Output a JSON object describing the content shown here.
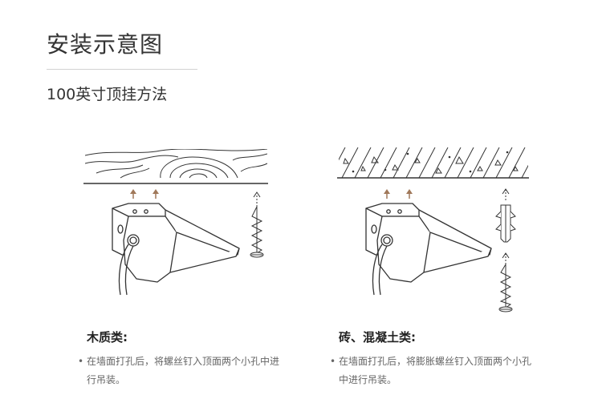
{
  "title": "安装示意图",
  "subtitle": "100英寸顶挂方法",
  "left": {
    "heading": "木质类:",
    "note": "在墙面打孔后，将螺丝钉入顶面两个小孔中进行吊装。"
  },
  "right": {
    "heading": "砖、混凝土类:",
    "note": "在墙面打孔后，将膨胀螺丝钉入顶面两个小孔中进行吊装。"
  },
  "colors": {
    "text": "#333333",
    "line": "#333333",
    "arrow": "#a0785a",
    "muted": "#666666"
  }
}
